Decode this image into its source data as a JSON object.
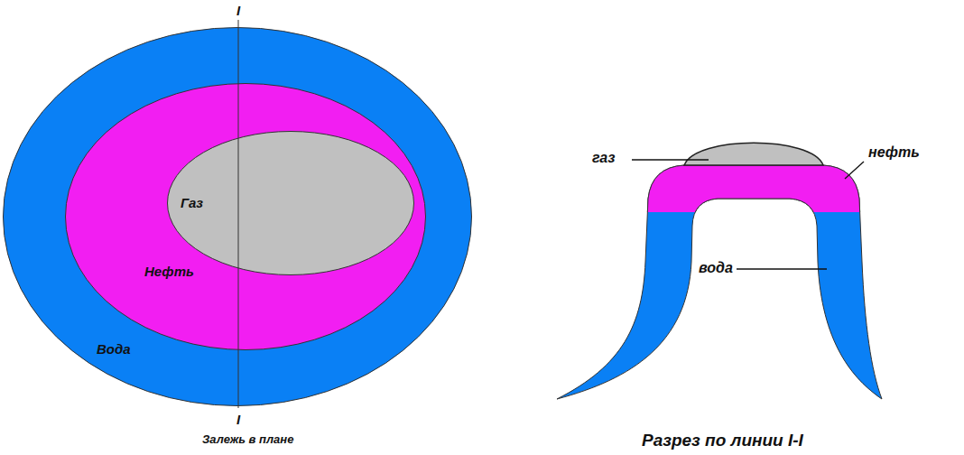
{
  "diagram": {
    "nodes": [
      {
        "text": [
          "Вода"
        ]
      },
      {
        "text": [
          "Нефть"
        ],
        "in": 0
      },
      {
        "text": [
          "Газ"
        ],
        "in": 1
      }
    ],
    "labels": [
      "I",
      "I",
      "Залежь в плане",
      "газ",
      "нефть",
      "вода",
      "Разрез по линии I-I"
    ]
  }
}
